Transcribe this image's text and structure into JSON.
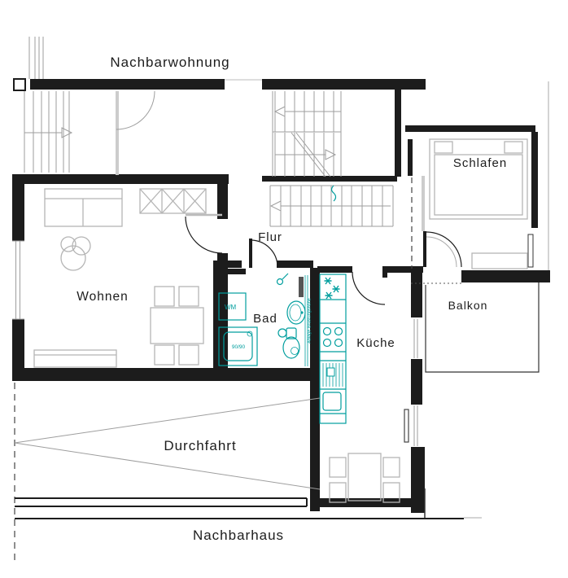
{
  "drawing_type": "apartment floor plan",
  "colors": {
    "wall": "#1c1c1c",
    "stairs_and_doors_gray": "#9e9e9e",
    "furniture_gray": "#b5b5b5",
    "sanitary_fixture_teal": "#009e9e",
    "background": "#ffffff"
  },
  "labels": {
    "neighbor_apartment": "Nachbarwohnung",
    "bedroom": "Schlafen",
    "living_room": "Wohnen",
    "hallway": "Flur",
    "bathroom": "Bad",
    "kitchen": "Küche",
    "balcony": "Balkon",
    "passage": "Durchfahrt",
    "neighbor_house": "Nachbarhaus",
    "washing_machine": "WM",
    "shower_size": "90/90",
    "shelf_note": "Ablage Brüstungshöhe"
  }
}
